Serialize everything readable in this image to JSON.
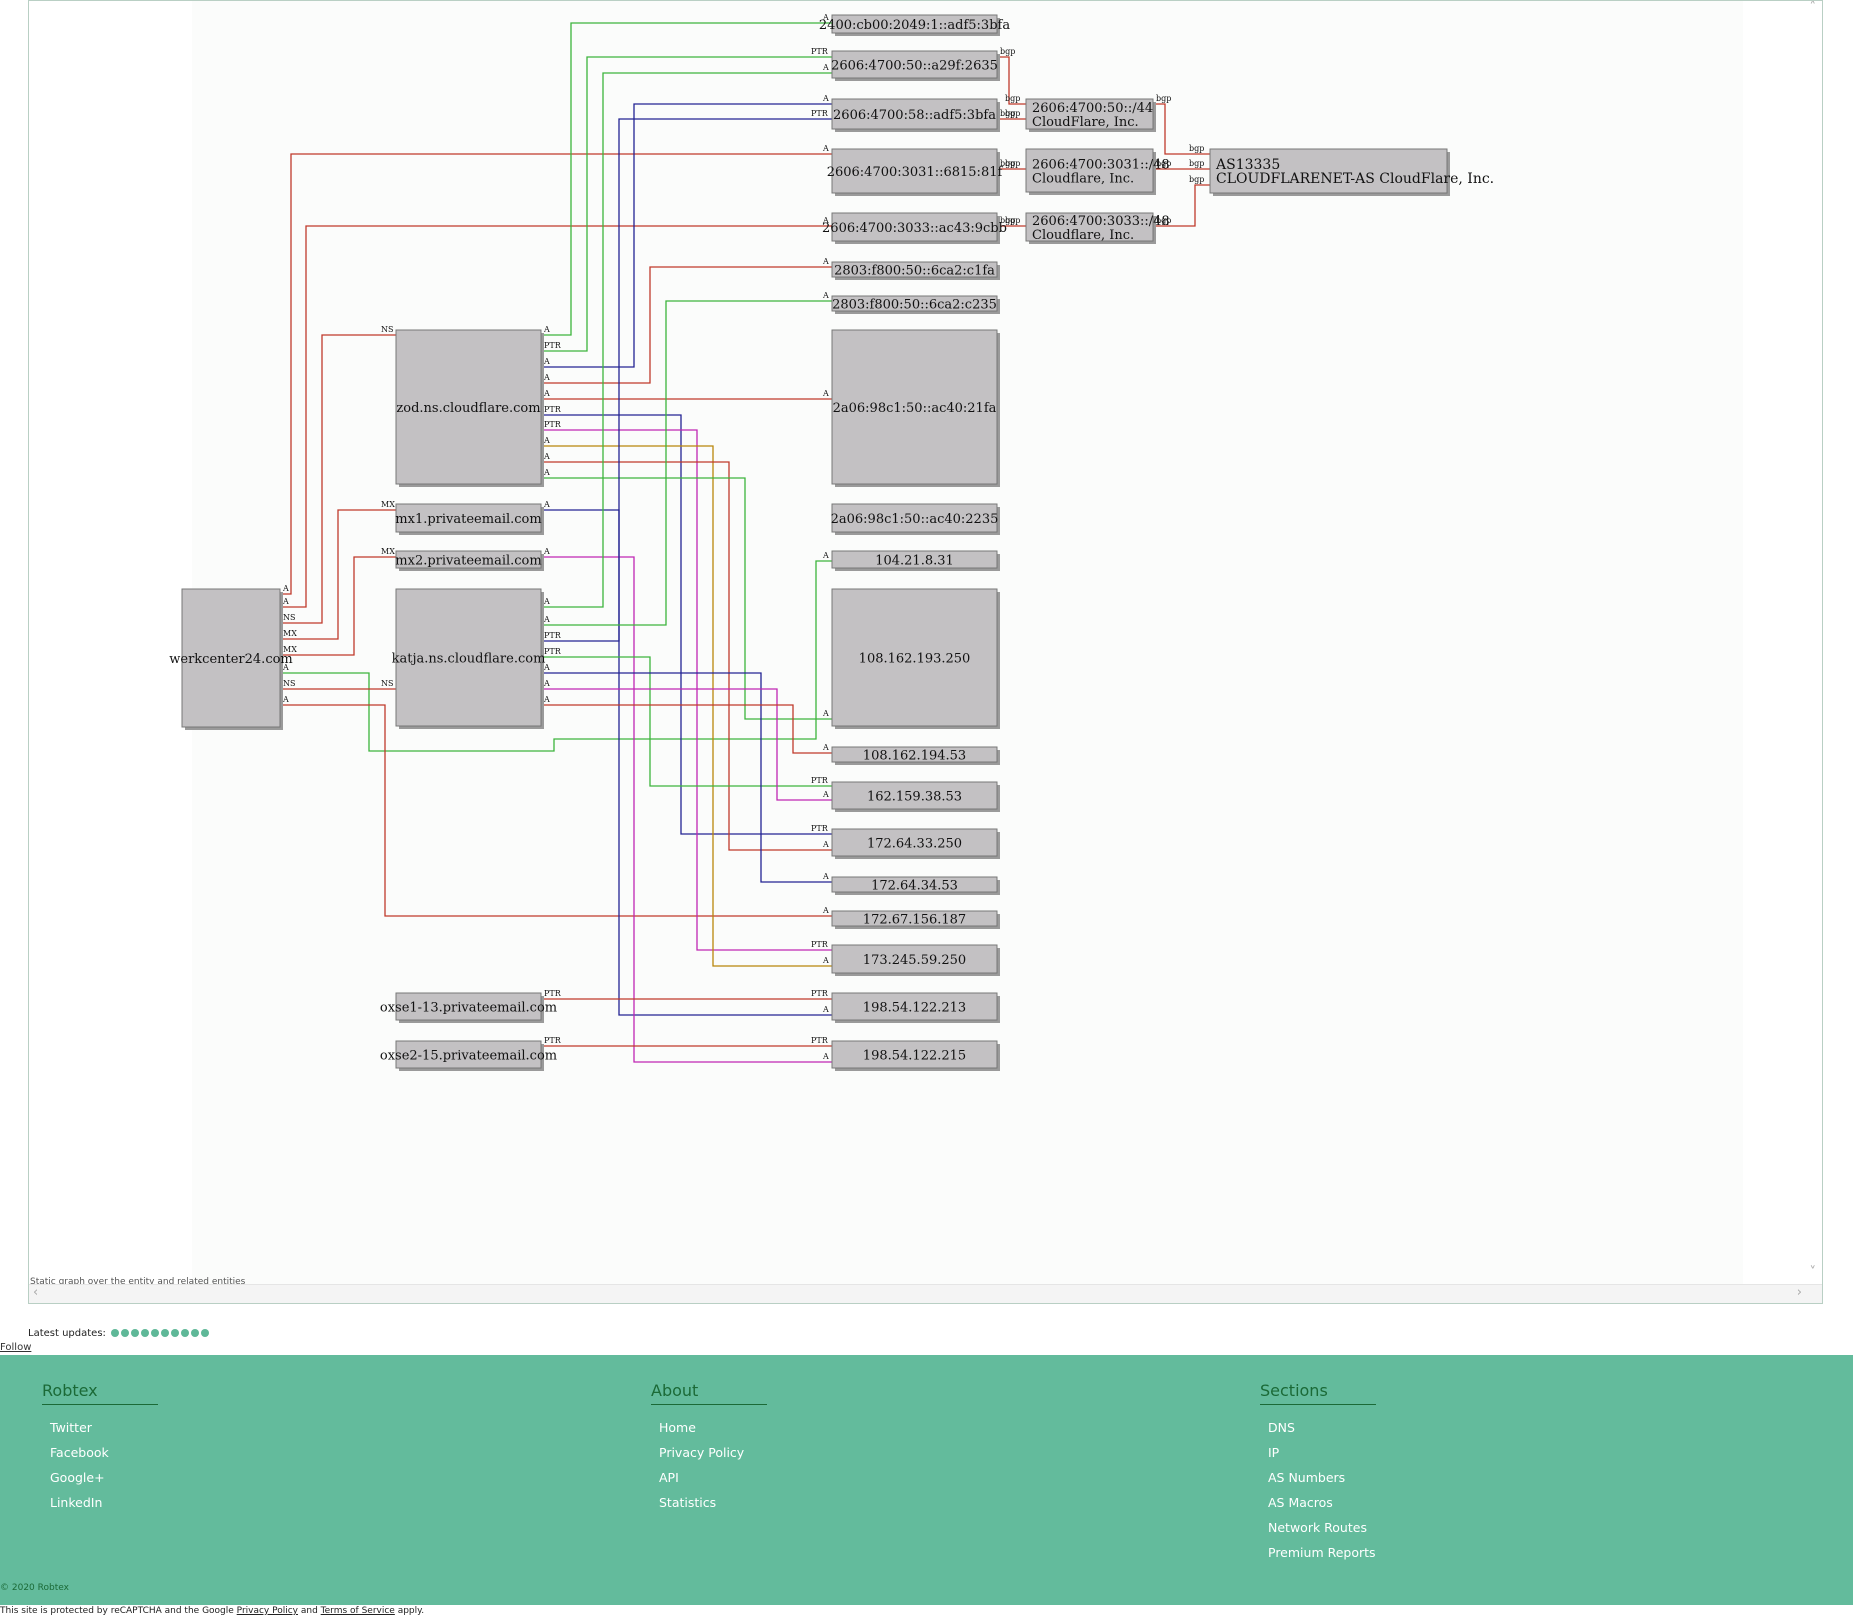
{
  "graph": {
    "caption": "Static graph over the entity and related entities",
    "nodes": [
      {
        "id": "ipv6_2400",
        "label": "2400:cb00:2049:1::adf5:3bfa"
      },
      {
        "id": "ipv6_2606_a29f",
        "label": "2606:4700:50::a29f:2635"
      },
      {
        "id": "ipv6_2606_adf5",
        "label": "2606:4700:58::adf5:3bfa"
      },
      {
        "id": "ipv6_2606_6815",
        "label": "2606:4700:3031::6815:81f"
      },
      {
        "id": "ipv6_2606_ac43",
        "label": "2606:4700:3033::ac43:9cbb"
      },
      {
        "id": "ipv6_2803_c1fa",
        "label": "2803:f800:50::6ca2:c1fa"
      },
      {
        "id": "ipv6_2803_c235",
        "label": "2803:f800:50::6ca2:c235"
      },
      {
        "id": "ipv6_2a06_21fa",
        "label": "2a06:98c1:50::ac40:21fa"
      },
      {
        "id": "ipv6_2a06_2235",
        "label": "2a06:98c1:50::ac40:2235"
      },
      {
        "id": "route_50_44",
        "label": "2606:4700:50::/44\nCloudFlare, Inc."
      },
      {
        "id": "route_3031_48",
        "label": "2606:4700:3031::/48\nCloudflare, Inc."
      },
      {
        "id": "route_3033_48",
        "label": "2606:4700:3033::/48\nCloudflare, Inc."
      },
      {
        "id": "as13335",
        "label": "AS13335\nCLOUDFLARENET-AS CloudFlare, Inc."
      },
      {
        "id": "zod",
        "label": "zod.ns.cloudflare.com"
      },
      {
        "id": "mx1",
        "label": "mx1.privateemail.com"
      },
      {
        "id": "mx2",
        "label": "mx2.privateemail.com"
      },
      {
        "id": "katja",
        "label": "katja.ns.cloudflare.com"
      },
      {
        "id": "werkcenter",
        "label": "werkcenter24.com"
      },
      {
        "id": "ip_104",
        "label": "104.21.8.31"
      },
      {
        "id": "ip_108_193",
        "label": "108.162.193.250"
      },
      {
        "id": "ip_108_194",
        "label": "108.162.194.53"
      },
      {
        "id": "ip_162",
        "label": "162.159.38.53"
      },
      {
        "id": "ip_172_33",
        "label": "172.64.33.250"
      },
      {
        "id": "ip_172_34",
        "label": "172.64.34.53"
      },
      {
        "id": "ip_172_67",
        "label": "172.67.156.187"
      },
      {
        "id": "ip_173",
        "label": "173.245.59.250"
      },
      {
        "id": "ip_198_213",
        "label": "198.54.122.213"
      },
      {
        "id": "ip_198_215",
        "label": "198.54.122.215"
      },
      {
        "id": "oxse1",
        "label": "oxse1-13.privateemail.com"
      },
      {
        "id": "oxse2",
        "label": "oxse2-15.privateemail.com"
      }
    ],
    "edges": [
      {
        "from": "werkcenter",
        "to": "ipv6_2606_6815",
        "label": "A",
        "color": "#c0392b"
      },
      {
        "from": "werkcenter",
        "to": "ipv6_2606_ac43",
        "label": "A",
        "color": "#c0392b"
      },
      {
        "from": "werkcenter",
        "to": "zod",
        "label": "NS",
        "color": "#c0392b"
      },
      {
        "from": "werkcenter",
        "to": "mx1",
        "label": "MX",
        "color": "#c0392b"
      },
      {
        "from": "werkcenter",
        "to": "mx2",
        "label": "MX",
        "color": "#c0392b"
      },
      {
        "from": "werkcenter",
        "to": "ip_104",
        "label": "A",
        "color": "#3cb43c"
      },
      {
        "from": "werkcenter",
        "to": "katja",
        "label": "NS",
        "color": "#c0392b"
      },
      {
        "from": "werkcenter",
        "to": "ip_172_67",
        "label": "A",
        "color": "#c0392b"
      },
      {
        "from": "zod",
        "to": "ipv6_2400",
        "label": "A",
        "color": "#3cb43c"
      },
      {
        "from": "zod",
        "to": "ipv6_2606_a29f",
        "label": "PTR",
        "color": "#3cb43c"
      },
      {
        "from": "zod",
        "to": "ipv6_2606_adf5",
        "label": "A",
        "color": "#232393"
      },
      {
        "from": "zod",
        "to": "ipv6_2803_c1fa",
        "label": "A",
        "color": "#c0392b"
      },
      {
        "from": "zod",
        "to": "ipv6_2a06_21fa",
        "label": "A",
        "color": "#c0392b"
      },
      {
        "from": "zod",
        "to": "ip_172_33",
        "label": "PTR",
        "color": "#232393"
      },
      {
        "from": "zod",
        "to": "ip_173",
        "label": "PTR",
        "color": "#c026b4"
      },
      {
        "from": "zod",
        "to": "ip_173",
        "label": "A",
        "color": "#b8860b"
      },
      {
        "from": "zod",
        "to": "ip_172_33",
        "label": "A",
        "color": "#c0392b"
      },
      {
        "from": "zod",
        "to": "ip_108_193",
        "label": "A",
        "color": "#3cb43c"
      },
      {
        "from": "mx1",
        "to": "ip_198_213",
        "label": "A",
        "color": "#232393"
      },
      {
        "from": "mx2",
        "to": "ip_198_215",
        "label": "A",
        "color": "#c026b4"
      },
      {
        "from": "katja",
        "to": "ipv6_2606_a29f",
        "label": "A",
        "color": "#3cb43c"
      },
      {
        "from": "katja",
        "to": "ipv6_2606_adf5",
        "label": "PTR",
        "color": "#232393"
      },
      {
        "from": "katja",
        "to": "ipv6_2803_c235",
        "label": "A",
        "color": "#3cb43c"
      },
      {
        "from": "katja",
        "to": "ip_162",
        "label": "PTR",
        "color": "#3cb43c"
      },
      {
        "from": "katja",
        "to": "ip_172_34",
        "label": "A",
        "color": "#232393"
      },
      {
        "from": "katja",
        "to": "ip_162",
        "label": "A",
        "color": "#c026b4"
      },
      {
        "from": "katja",
        "to": "ip_108_194",
        "label": "A",
        "color": "#c0392b"
      },
      {
        "from": "oxse1",
        "to": "ip_198_213",
        "label": "PTR",
        "color": "#c0392b"
      },
      {
        "from": "oxse2",
        "to": "ip_198_215",
        "label": "PTR",
        "color": "#c0392b"
      },
      {
        "from": "ipv6_2606_a29f",
        "to": "route_50_44",
        "label": "bgp",
        "color": "#c0392b"
      },
      {
        "from": "ipv6_2606_adf5",
        "to": "route_50_44",
        "label": "bgp",
        "color": "#c0392b"
      },
      {
        "from": "ipv6_2606_6815",
        "to": "route_3031_48",
        "label": "bgp",
        "color": "#c0392b"
      },
      {
        "from": "ipv6_2606_ac43",
        "to": "route_3033_48",
        "label": "bgp",
        "color": "#c0392b"
      },
      {
        "from": "route_50_44",
        "to": "as13335",
        "label": "bgp",
        "color": "#c0392b"
      },
      {
        "from": "route_3031_48",
        "to": "as13335",
        "label": "bgp",
        "color": "#c0392b"
      },
      {
        "from": "route_3033_48",
        "to": "as13335",
        "label": "bgp",
        "color": "#c0392b"
      }
    ]
  },
  "latest_updates": {
    "label": "Latest updates:",
    "count": 10
  },
  "follow_label": "Follow",
  "footer": {
    "robtex": {
      "title": "Robtex",
      "items": [
        "Twitter",
        "Facebook",
        "Google+",
        "LinkedIn"
      ]
    },
    "about": {
      "title": "About",
      "items": [
        "Home",
        "Privacy Policy",
        "API",
        "Statistics"
      ]
    },
    "sections": {
      "title": "Sections",
      "items": [
        "DNS",
        "IP",
        "AS Numbers",
        "AS Macros",
        "Network Routes",
        "Premium Reports"
      ]
    },
    "copyright": "© 2020 Robtex"
  },
  "recaptcha": {
    "prefix": "This site is protected by reCAPTCHA and the Google ",
    "privacy": "Privacy Policy",
    "and": " and ",
    "terms": "Terms of Service",
    "suffix": " apply."
  },
  "colors": {
    "footer_bg": "#63bb9c",
    "footer_heading": "#1b6a37",
    "node_fill": "#c3c1c3",
    "red": "#c0392b",
    "green": "#3cb43c",
    "navy": "#232393",
    "magenta": "#c026b4",
    "gold": "#b8860b"
  }
}
